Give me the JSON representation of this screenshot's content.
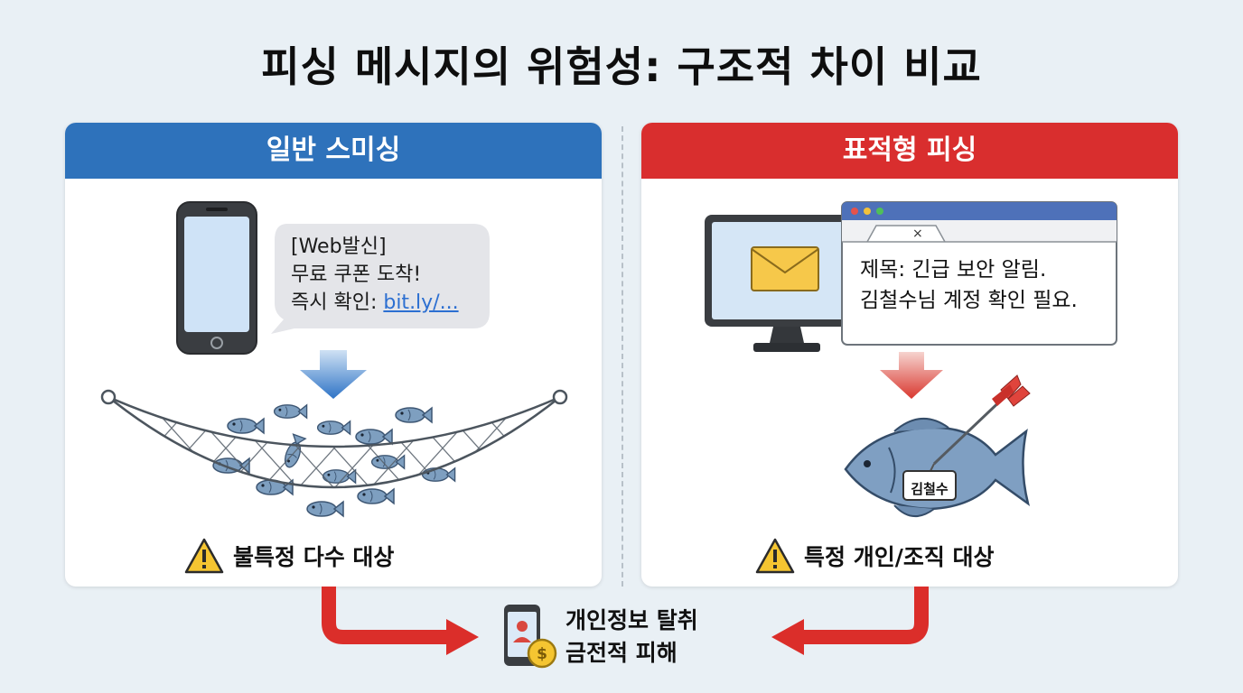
{
  "title": "피싱 메시지의 위험성: 구조적 차이 비교",
  "left_panel": {
    "header": "일반 스미싱",
    "sms": {
      "line1": "[Web발신]",
      "line2": "무료 쿠폰 도착!",
      "line3_prefix": "즉시 확인: ",
      "line3_link": "bit.ly/..."
    },
    "caption": "불특정 다수 대상"
  },
  "right_panel": {
    "header": "표적형 피싱",
    "browser_close": "×",
    "email": {
      "line1": "제목: 긴급 보안 알림.",
      "line2": "김철수님 계정 확인 필요."
    },
    "fish_tag": "김철수",
    "caption": "특정 개인/조직 대상"
  },
  "result": {
    "line1": "개인정보 탈취",
    "line2": "금전적 피해"
  },
  "colors": {
    "blue": "#2e72bb",
    "red": "#d92e2e",
    "warning": "#f5c531"
  }
}
